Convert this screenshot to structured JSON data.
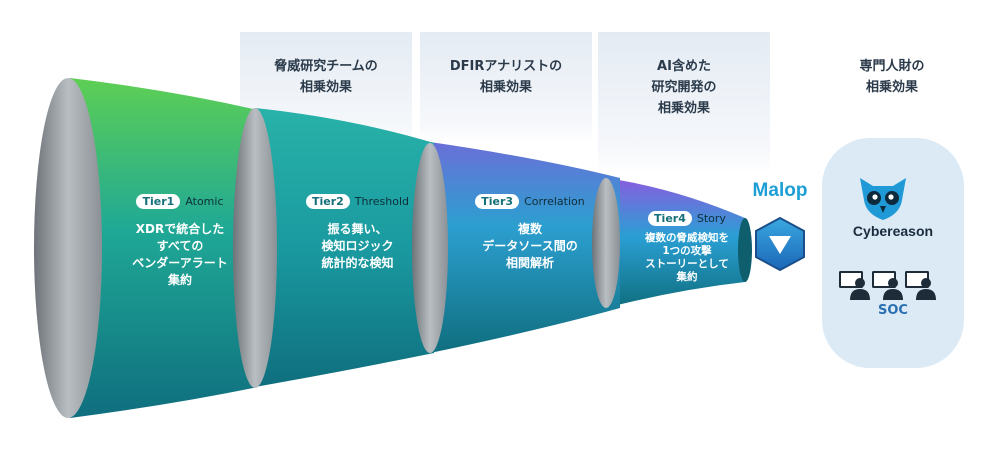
{
  "captions": [
    "脅威研究チームの\n相乗効果",
    "DFIRアナリストの\n相乗効果",
    "AI含めた\n研究開発の\n相乗効果",
    "専門人財の\n相乗効果"
  ],
  "tiers": [
    {
      "tier": "Tier1",
      "name": "Atomic",
      "desc": "XDRで統合した\nすべての\nベンダーアラート\n集約"
    },
    {
      "tier": "Tier2",
      "name": "Threshold",
      "desc": "振る舞い、\n検知ロジック\n統計的な検知"
    },
    {
      "tier": "Tier3",
      "name": "Correlation",
      "desc": "複数\nデータソース間の\n相関解析"
    },
    {
      "tier": "Tier4",
      "name": "Story",
      "desc": "複数の脅威検知を\n1つの攻撃\nストーリーとして\n集約"
    }
  ],
  "malop": "Malop",
  "brand": "Cybereason",
  "soc": "SOC",
  "colors": {
    "tier1_top": "#5ecf54",
    "tier2_top": "#28b2a8",
    "tier3_top": "#6a6fd8",
    "tier4_top": "#8a5ce0",
    "base": "#0f6e7e",
    "malop": "#1d9fd6",
    "owl": "#1f9ad6"
  },
  "icons": [
    "malop-down-arrow-icon",
    "cybereason-owl-icon",
    "analyst-monitor-icon"
  ]
}
